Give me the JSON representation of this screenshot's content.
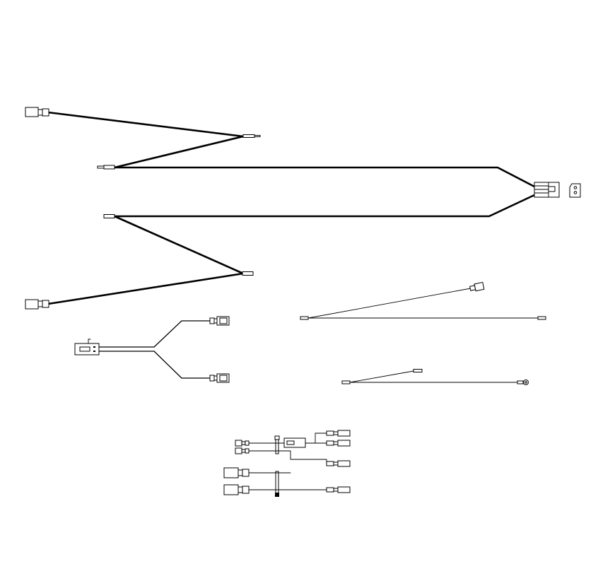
{
  "drawing": {
    "kind": "wiring harness line drawing",
    "background_color": "#ffffff",
    "line_color": "#000000",
    "harnesses": [
      {
        "id": "main-harness",
        "icon": "multi-branch-harness-icon"
      },
      {
        "id": "y-harness",
        "icon": "y-splitter-harness-icon"
      },
      {
        "id": "single-wire-harness-a",
        "icon": "single-wire-icon"
      },
      {
        "id": "single-wire-harness-b",
        "icon": "ground-wire-icon"
      },
      {
        "id": "relay-harness",
        "icon": "relay-block-harness-icon"
      }
    ]
  }
}
